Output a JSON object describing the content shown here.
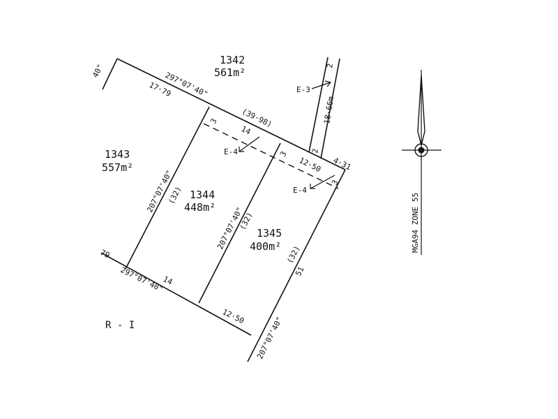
{
  "lots": {
    "l1342": {
      "number": "1342",
      "area": "561m²"
    },
    "l1343": {
      "number": "1343",
      "area": "557m²"
    },
    "l1344": {
      "number": "1344",
      "area": "448m²"
    },
    "l1345": {
      "number": "1345",
      "area": "400m²"
    }
  },
  "bearings": {
    "top": "297°07'40\"",
    "bottom": "297°07'40\"",
    "side_left": "207°07'40\"",
    "side_mid": "207°07'40\"",
    "side_right": "207°07'40\""
  },
  "distances": {
    "top_a": "17·79",
    "top_b": "(39·98)",
    "top_c": "14",
    "top_d": "12·50",
    "top_e": "4·31",
    "bottom_a": "14",
    "bottom_b": "12·50",
    "side_left": "(32)",
    "side_mid": "(32)",
    "side_right": "(32)",
    "right_edge": "51",
    "edge_left_top": "40\"",
    "edge_left_bottom": "79",
    "e3_line": "18·66m",
    "e3_n_top": "2",
    "e3_n_bottom": "2",
    "easement_w1": "3",
    "easement_w2": "3",
    "easement_w3": "3"
  },
  "easements": {
    "e3": "E-3",
    "e4a": "E-4",
    "e4b": "E-4"
  },
  "zone_label": "R - I",
  "north_arrow_label": "MGA94 ZONE 55"
}
